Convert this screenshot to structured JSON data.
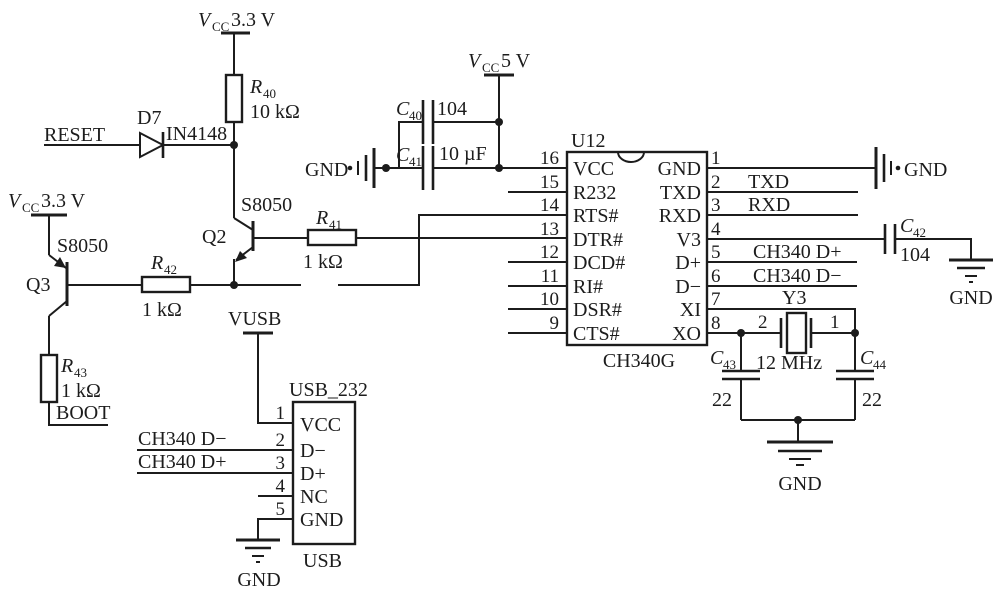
{
  "power": {
    "vcc33_top": {
      "ref": "V",
      "sub": "CC",
      "value": "3.3 V"
    },
    "vcc33_left": {
      "ref": "V",
      "sub": "CC",
      "value": "3.3 V"
    },
    "vcc5": {
      "ref": "V",
      "sub": "CC",
      "value": "5 V"
    },
    "vusb": "VUSB"
  },
  "nets": {
    "reset": "RESET",
    "boot": "BOOT",
    "gnd": "GND",
    "txd": "TXD",
    "rxd": "RXD",
    "ch340_dp": "CH340 D+",
    "ch340_dm": "CH340 D−"
  },
  "diode_d7": {
    "ref": "D7",
    "part": "IN4148"
  },
  "q2": {
    "ref": "Q2",
    "part": "S8050"
  },
  "q3": {
    "ref": "Q3",
    "part": "S8050"
  },
  "r40": {
    "ref": "R",
    "sub": "40",
    "value": "10 kΩ"
  },
  "r41": {
    "ref": "R",
    "sub": "41",
    "value": "1 kΩ"
  },
  "r42": {
    "ref": "R",
    "sub": "42",
    "value": "1 kΩ"
  },
  "r43": {
    "ref": "R",
    "sub": "43",
    "value": "1 kΩ"
  },
  "c40": {
    "ref": "C",
    "sub": "40",
    "value": "104"
  },
  "c41": {
    "ref": "C",
    "sub": "41",
    "value": "10 µF"
  },
  "c42": {
    "ref": "C",
    "sub": "42",
    "value": "104"
  },
  "c43": {
    "ref": "C",
    "sub": "43",
    "value": "22"
  },
  "c44": {
    "ref": "C",
    "sub": "44",
    "value": "22"
  },
  "y3": {
    "ref": "Y3",
    "value": "12 MHz",
    "pin1": "1",
    "pin2": "2"
  },
  "u12": {
    "ref": "U12",
    "part": "CH340G",
    "left_pins": [
      {
        "num": "16",
        "name": "VCC"
      },
      {
        "num": "15",
        "name": "R232"
      },
      {
        "num": "14",
        "name": "RTS#"
      },
      {
        "num": "13",
        "name": "DTR#"
      },
      {
        "num": "12",
        "name": "DCD#"
      },
      {
        "num": "11",
        "name": "RI#"
      },
      {
        "num": "10",
        "name": "DSR#"
      },
      {
        "num": "9",
        "name": "CTS#"
      }
    ],
    "right_pins": [
      {
        "num": "1",
        "name": "GND"
      },
      {
        "num": "2",
        "name": "TXD"
      },
      {
        "num": "3",
        "name": "RXD"
      },
      {
        "num": "4",
        "name": "V3"
      },
      {
        "num": "5",
        "name": "D+"
      },
      {
        "num": "6",
        "name": "D−"
      },
      {
        "num": "7",
        "name": "XI"
      },
      {
        "num": "8",
        "name": "XO"
      }
    ]
  },
  "usb": {
    "ref": "USB_232",
    "label": "USB",
    "pins": [
      {
        "num": "1",
        "name": "VCC"
      },
      {
        "num": "2",
        "name": "D−"
      },
      {
        "num": "3",
        "name": "D+"
      },
      {
        "num": "4",
        "name": "NC"
      },
      {
        "num": "5",
        "name": "GND"
      }
    ]
  },
  "colors": {
    "ink": "#1c1c1c",
    "background": "#ffffff"
  }
}
